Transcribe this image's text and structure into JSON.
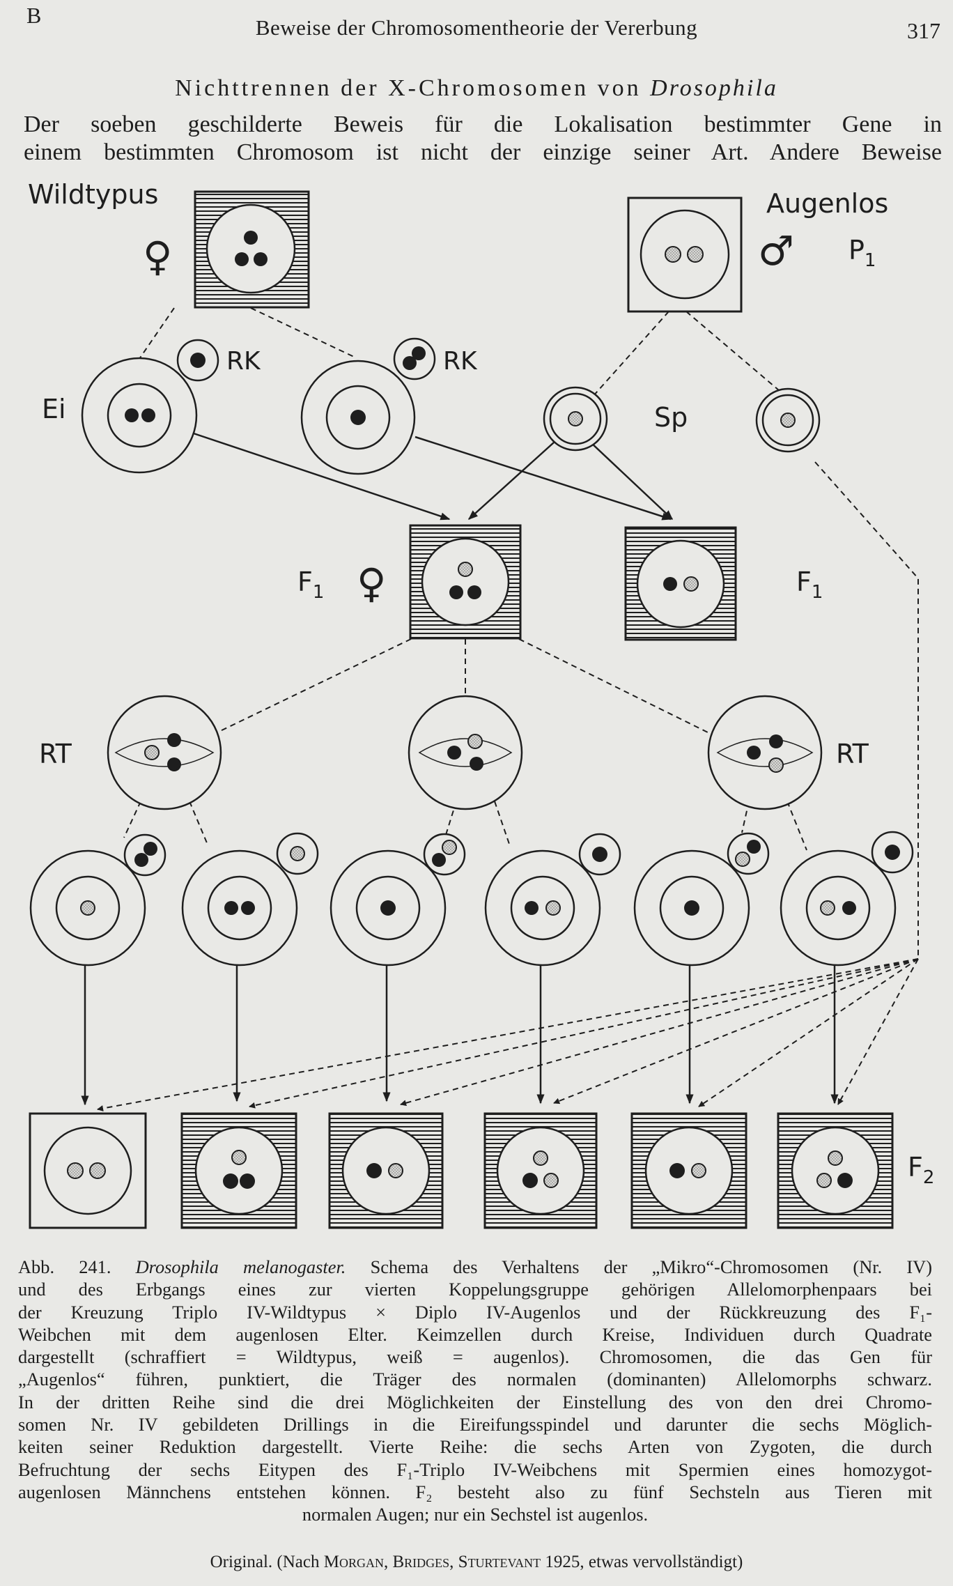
{
  "header": {
    "corner_letter": "B",
    "running_title": "Beweise der Chromosomentheorie der Vererbung",
    "page_number": "317"
  },
  "section": {
    "title_prefix": "Nichttrennen der X-Chromosomen von ",
    "title_italic": "Drosophila"
  },
  "body": {
    "line1": "Der soeben geschilderte Beweis für die Lokalisation bestimmter Gene in",
    "line2": "einem bestimmten Chromosom ist nicht der einzige seiner Art. Andere Beweise"
  },
  "figure_labels": {
    "wildtype": "Wildtypus",
    "eyeless": "Augenlos",
    "female_symbol": "♀",
    "male_symbol": "♂",
    "p1": "P",
    "p1_sub": "1",
    "rk": "RK",
    "ei": "Ei",
    "sp": "Sp",
    "f1": "F",
    "f1_sub": "1",
    "rt": "RT",
    "f2": "F",
    "f2_sub": "2"
  },
  "caption": {
    "fig_number": "Abb. 241.",
    "species": "Drosophila melanogaster.",
    "line1_rest": "Schema des Verhaltens der „Mikro“-Chromosomen (Nr. IV)",
    "line2": "und des Erbgangs eines zur vierten Koppelungsgruppe gehörigen Allelomorphenpaars bei",
    "line3": "der Kreuzung Triplo IV-Wildtypus × Diplo IV-Augenlos und der Rückkreuzung des F₁-",
    "line4": "Weibchen mit dem augenlosen Elter. Keimzellen durch Kreise, Individuen durch Quadrate",
    "line5": "dargestellt (schraffiert = Wildtypus, weiß = augenlos). Chromosomen, die das Gen für",
    "line6": "„Augenlos“ führen, punktiert, die Träger des normalen (dominanten) Allelomorphs schwarz.",
    "line7": "In der dritten Reihe sind die drei Möglichkeiten der Einstellung des von den drei Chromo-",
    "line8": "somen Nr. IV gebildeten Drillings in die Eireifungsspindel und darunter die sechs Möglich-",
    "line9": "keiten seiner Reduktion dargestellt. Vierte Reihe: die sechs Arten von Zygoten, die durch",
    "line10": "Befruchtung der sechs Eitypen des F₁-Triplo IV-Weibchens mit Spermien eines homozygot-",
    "line11": "augenlosen Männchens entstehen können. F₂ besteht also zu fünf Sechsteln aus Tieren mit",
    "line12": "normalen Augen; nur ein Sechstel ist augenlos."
  },
  "origin": {
    "label": "Original.",
    "text_before": "(Nach ",
    "authors": "Morgan, Bridges, Sturtevant",
    "text_after": " 1925, etwas vervollständigt)"
  },
  "colors": {
    "paper": "#e9e9e6",
    "ink": "#1e1e1e",
    "stippled_chromosome": "#c9c9c9"
  }
}
